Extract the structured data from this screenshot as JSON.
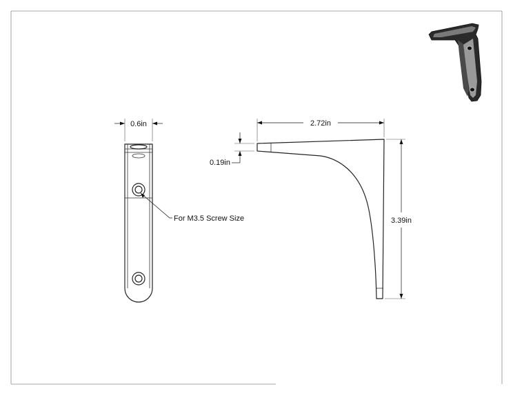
{
  "drawing": {
    "dimensions": {
      "side_width": "0.6in",
      "overall_width": "2.72in",
      "thickness": "0.19in",
      "height": "3.39in"
    },
    "notes": {
      "screw": "For M3.5 Screw Size"
    }
  }
}
